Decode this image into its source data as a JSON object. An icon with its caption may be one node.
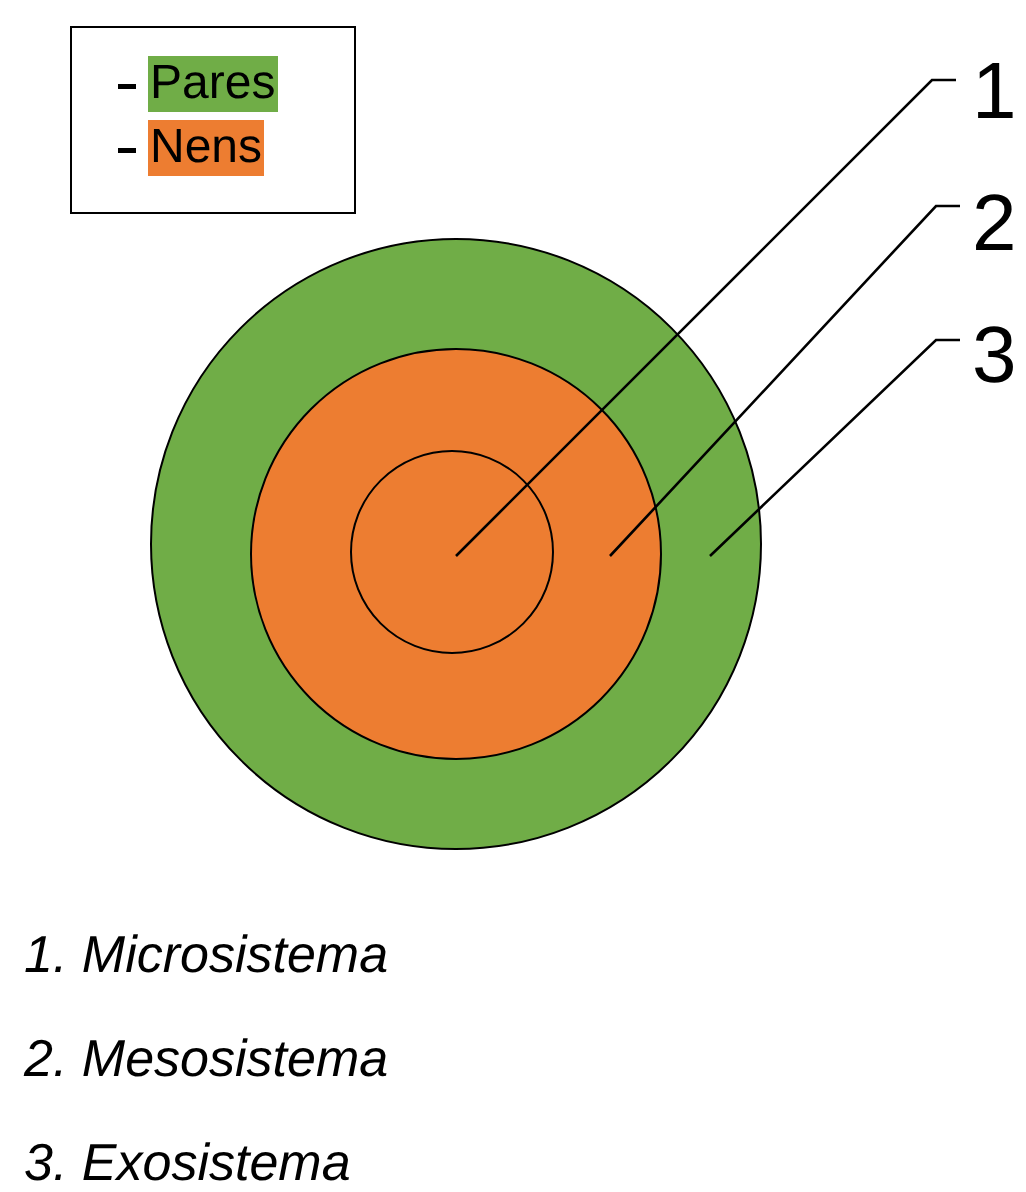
{
  "diagram": {
    "nodes": [
      {
        "text": [],
        "shape": "circle"
      },
      {
        "text": [],
        "shape": "circle",
        "in": 0
      },
      {
        "text": [],
        "shape": "circle",
        "in": 1
      },
      {
        "text": [
          "1"
        ]
      },
      {
        "text": [
          "2"
        ]
      },
      {
        "text": [
          "3"
        ]
      }
    ],
    "edges": [
      {
        "from": 3,
        "to": 2,
        "arrow": "none"
      },
      {
        "from": 4,
        "to": 1,
        "arrow": "none"
      },
      {
        "from": 5,
        "to": 0,
        "arrow": "none"
      }
    ],
    "labels": [
      "1. Microsistema",
      "2. Mesosistema",
      "3. Exosistema"
    ],
    "legend": [
      {
        "text": "Pares",
        "color": "#70ad47"
      },
      {
        "text": "Nens",
        "color": "#ed7d31"
      }
    ]
  }
}
